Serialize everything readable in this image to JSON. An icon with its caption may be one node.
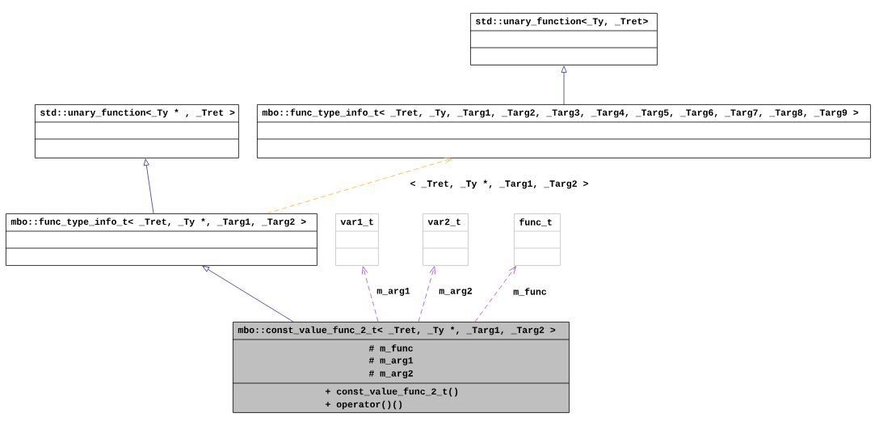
{
  "diagram": {
    "nodes": [
      {
        "text": [
          "std::unary_function<_Ty, _Tret>"
        ]
      },
      {
        "text": [
          "std::unary_function<_Ty * , _Tret >"
        ]
      },
      {
        "text": [
          "mbo::func_type_info_t< _Tret, _Ty, _Targ1, _Targ2, _Targ3, _Targ4, _Targ5, _Targ6, _Targ7, _Targ8, _Targ9 >"
        ]
      },
      {
        "text": [
          "mbo::func_type_info_t< _Tret, _Ty *, _Targ1, _Targ2 >"
        ]
      },
      {
        "text": [
          "var1_t"
        ]
      },
      {
        "text": [
          "var2_t"
        ]
      },
      {
        "text": [
          "func_t"
        ]
      },
      {
        "text": [
          "mbo::const_value_func_2_t< _Tret, _Ty *, _Targ1, _Targ2 >",
          "# m_func",
          "# m_arg1",
          "# m_arg2",
          "+ const_value_func_2_t()",
          "+ operator()()"
        ]
      }
    ],
    "edges": [
      {
        "from": 2,
        "to": 0,
        "arrow": "to",
        "color": "#191970"
      },
      {
        "from": 3,
        "to": 1,
        "arrow": "to",
        "color": "#191970"
      },
      {
        "from": 3,
        "to": 2,
        "arrow": "to",
        "style": "dashed",
        "color": "#ffa500",
        "label": "< _Tret, _Ty *, _Targ1, _Targ2 >"
      },
      {
        "from": 7,
        "to": 3,
        "arrow": "to",
        "color": "#191970"
      },
      {
        "from": 7,
        "to": 4,
        "arrow": "to",
        "style": "dashed",
        "color": "#9a32cd",
        "label": "m_arg1"
      },
      {
        "from": 7,
        "to": 5,
        "arrow": "to",
        "style": "dashed",
        "color": "#9a32cd",
        "label": "m_arg2"
      },
      {
        "from": 7,
        "to": 6,
        "arrow": "to",
        "style": "dashed",
        "color": "#9a32cd",
        "label": "m_func"
      }
    ]
  }
}
